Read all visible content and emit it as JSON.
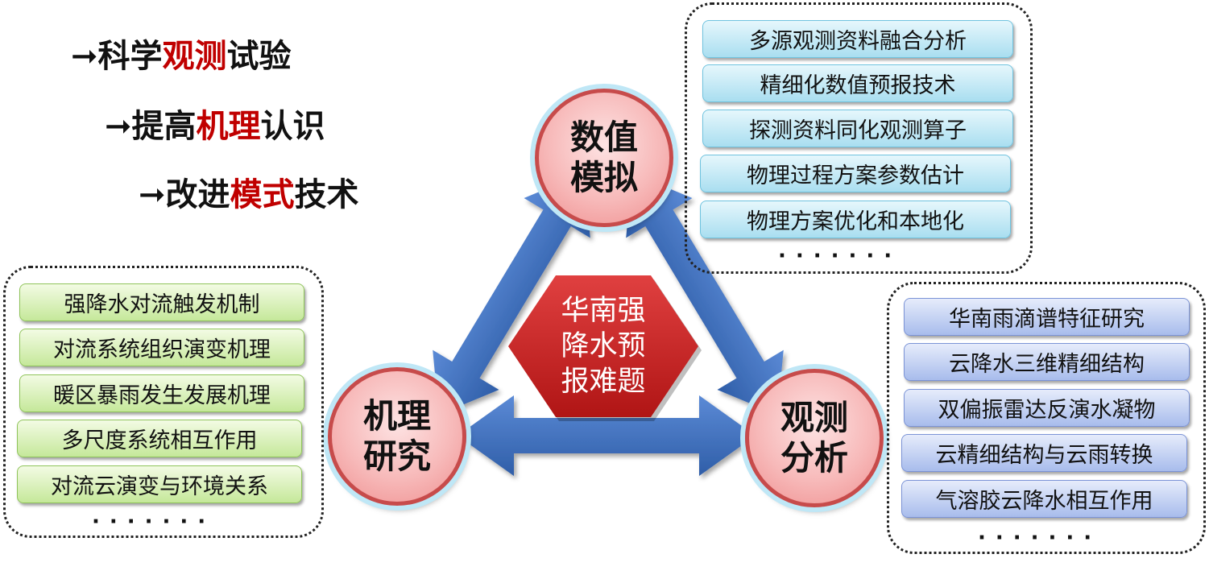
{
  "headlines": [
    {
      "arrow": "➞",
      "pre": "科学",
      "red": "观测",
      "post": "试验"
    },
    {
      "arrow": "➞",
      "pre": "提高",
      "red": "机理",
      "post": "认识"
    },
    {
      "arrow": "➞",
      "pre": "改进",
      "red": "模式",
      "post": "技术"
    }
  ],
  "center": {
    "line1": "华南强",
    "line2": "降水预",
    "line3": "报难题"
  },
  "nodes": {
    "numerical": {
      "line1": "数值",
      "line2": "模拟"
    },
    "mechanism": {
      "line1": "机理",
      "line2": "研究"
    },
    "observation": {
      "line1": "观测",
      "line2": "分析"
    }
  },
  "numerical_items": [
    "多源观测资料融合分析",
    "精细化数值预报技术",
    "探测资料同化观测算子",
    "物理过程方案参数估计",
    "物理方案优化和本地化"
  ],
  "mechanism_items": [
    "强降水对流触发机制",
    "对流系统组织演变机理",
    "暖区暴雨发生发展机理",
    "多尺度系统相互作用",
    "对流云演变与环境关系"
  ],
  "observation_items": [
    "华南雨滴谱特征研究",
    "云降水三维精细结构",
    "双偏振雷达反演水凝物",
    "云精细结构与云雨转换",
    "气溶胶云降水相互作用"
  ],
  "ellipsis": "·······",
  "colors": {
    "arrow": "#3f6fbf",
    "circle_border": "#c74b4b",
    "hex": "#c01c1c",
    "highlight": "#c00000"
  }
}
